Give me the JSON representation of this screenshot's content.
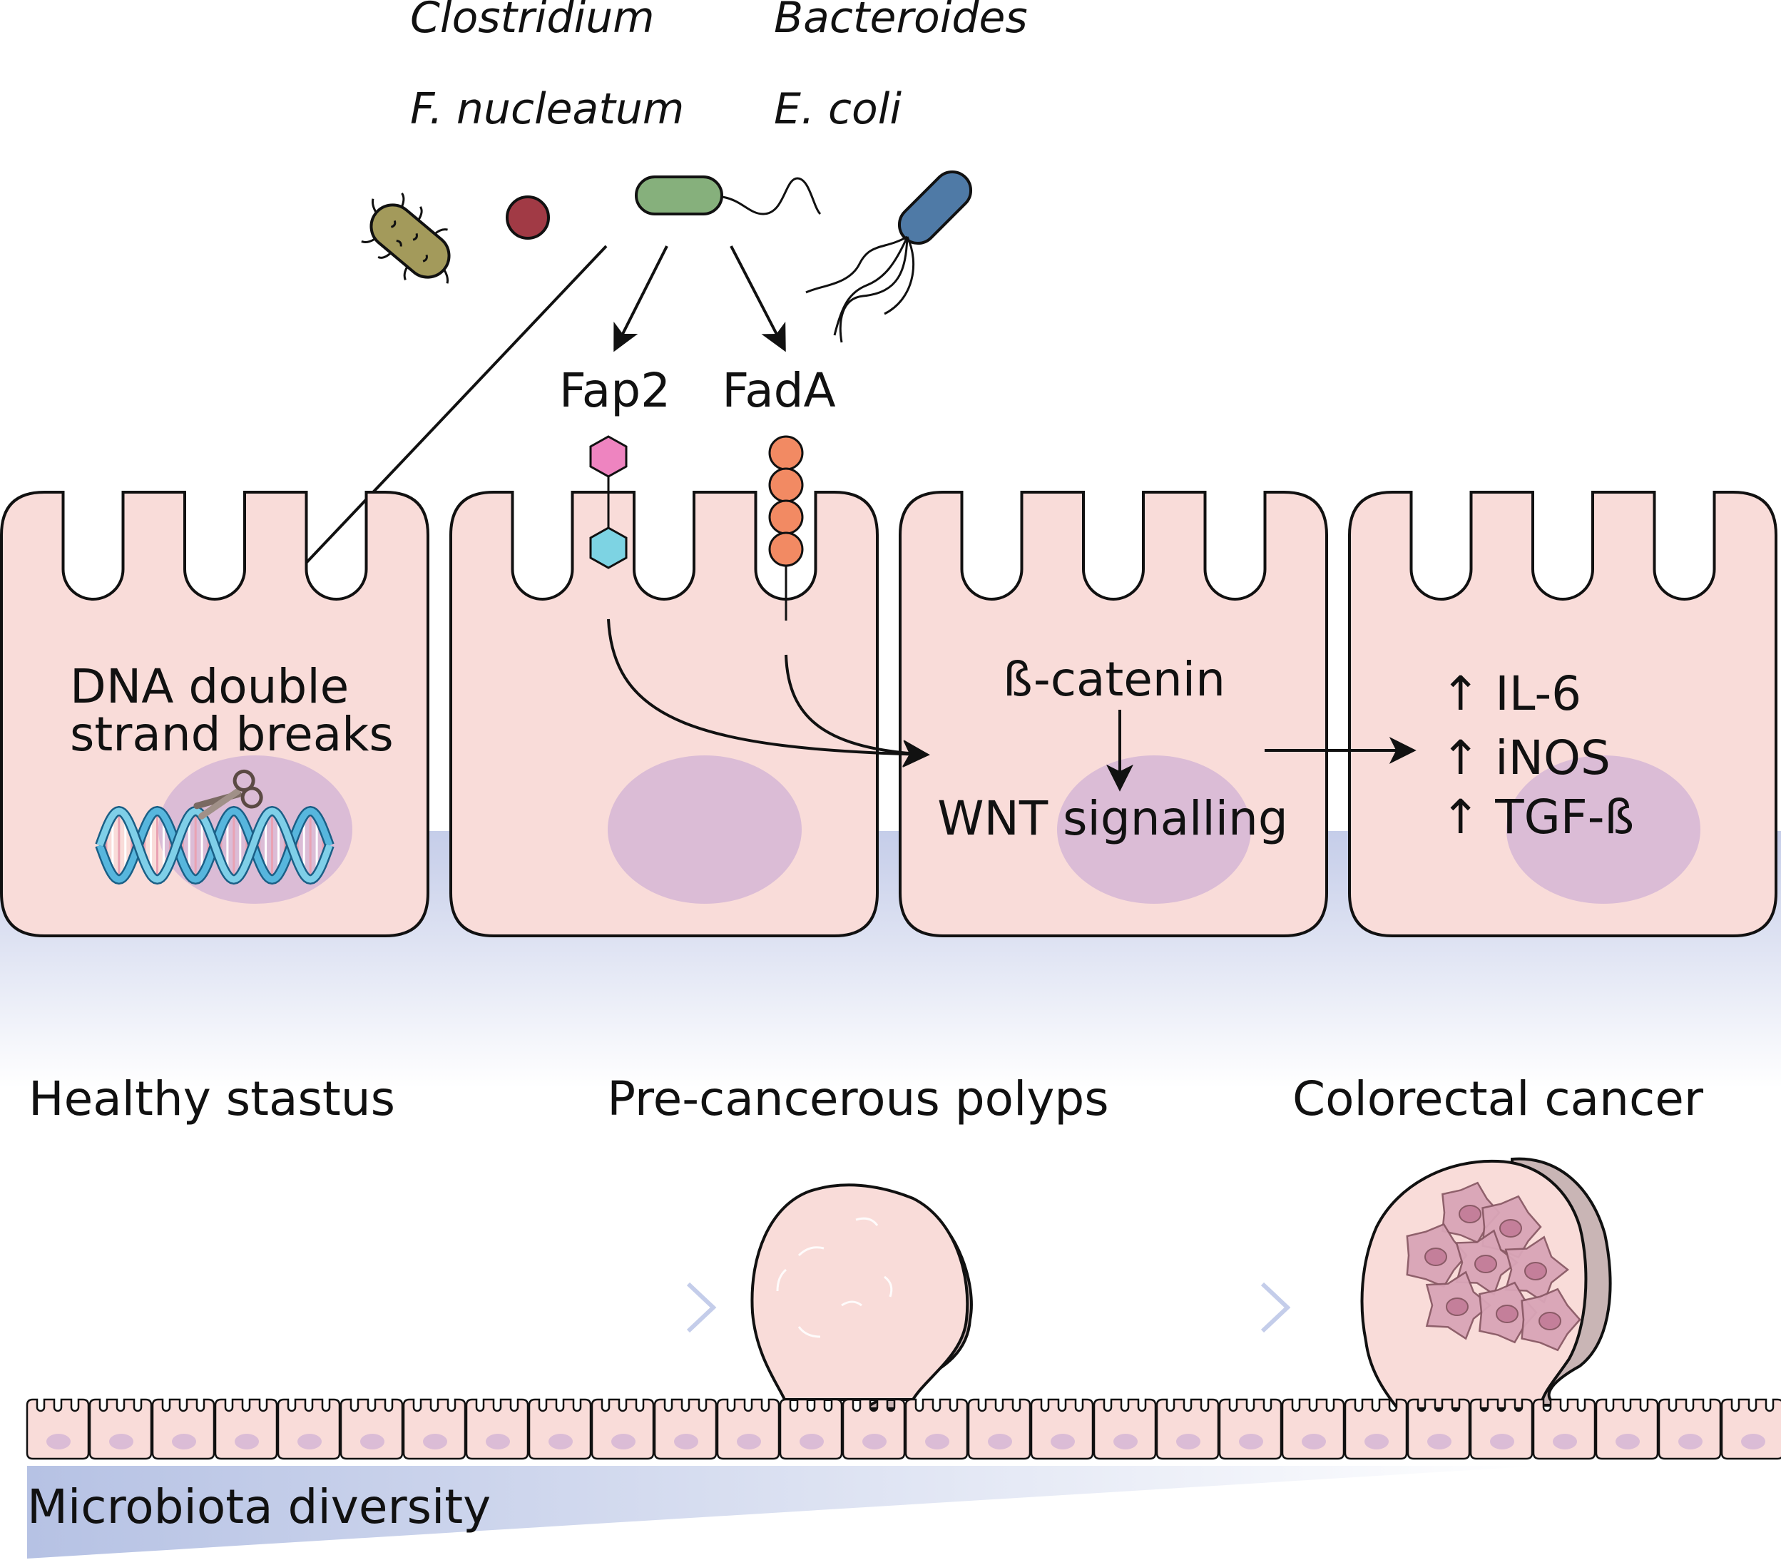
{
  "bacteria": {
    "names": [
      "Clostridium",
      "Bacteroides",
      "F. nucleatum",
      "E. coli"
    ],
    "icons": [
      "clostridium-bacterium-icon",
      "coccus-bacterium-icon",
      "fusobacterium-bacterium-icon",
      "ecoli-bacterium-icon"
    ]
  },
  "adhesins": {
    "fap2": "Fap2",
    "fada": "FadA"
  },
  "cells": {
    "dna": {
      "line1": "DNA double",
      "line2": "strand breaks"
    },
    "signalling": {
      "catenin": "ß-catenin",
      "wnt": "WNT signalling"
    },
    "inflammation": {
      "il6": "↑ IL-6",
      "inos": "↑ iNOS",
      "tgfb": "↑ TGF-ß"
    }
  },
  "stages": {
    "healthy": "Healthy stastus",
    "polyps": "Pre-cancerous polyps",
    "cancer": "Colorectal cancer"
  },
  "gradient_label": "Microbiota diversity",
  "colors": {
    "cell_fill": "#f9dcd9",
    "nucleus": "#dbbcd6",
    "tissue_gradient": "#c5cde9",
    "clostridium": "#a39a5b",
    "coccus": "#a13a45",
    "fusobacterium": "#86b07c",
    "ecoli": "#4f7aa6",
    "fap2_top": "#ee84c0",
    "fap2_bottom": "#7dd3e3",
    "fada": "#f28a63",
    "stage_arrow": "#c8d1ea"
  }
}
